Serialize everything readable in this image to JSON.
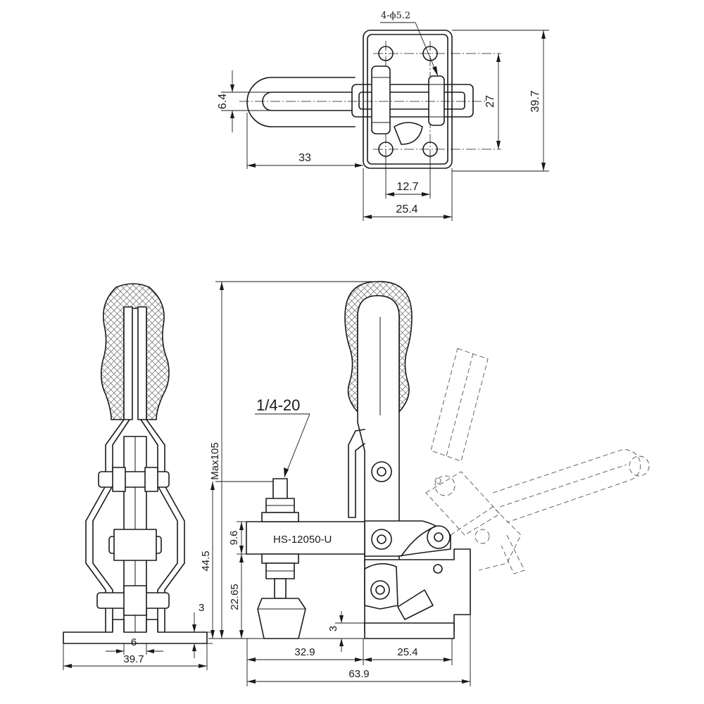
{
  "top_view": {
    "hole_spec": "4-ϕ5.2",
    "dim_slot": "6.4",
    "dim_handle_len": "33",
    "dim_hole_spacing_v": "27",
    "dim_height": "39.7",
    "dim_hole_spacing_h": "12.7",
    "dim_base_width": "25.4"
  },
  "side_view": {
    "dim_flange": "3",
    "dim_web": "6",
    "dim_base_width": "39.7"
  },
  "front_view": {
    "thread": "1/4-20",
    "model": "HS-12050-U",
    "dim_max": "Max105",
    "dim_arm_thickness": "9.6",
    "dim_bolt_height": "44.5",
    "dim_arm_height": "22.65",
    "dim_base_thickness": "3",
    "dim_reach": "32.9",
    "dim_base_len": "25.4",
    "dim_total": "63.9"
  }
}
